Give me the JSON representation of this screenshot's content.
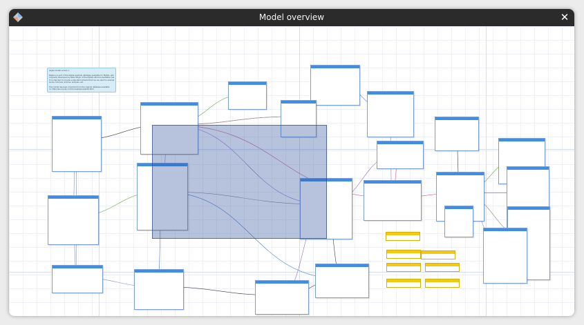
{
  "window": {
    "title": "Model overview"
  },
  "icons": {
    "app": "database-icon",
    "close": "close-icon"
  },
  "colors": {
    "titlebar": "#2b2b2b",
    "entity_header": "#3f8ee3",
    "view_header": "#f4c915",
    "selection": "#30529e",
    "note": "#d6ecf6"
  },
  "note": {
    "lines": [
      "pagila model version 1",
      "",
      "Pagila is a port of the Sakila example database available for MySQL, which was",
      "originally developed by Mike Hillyer of the MySQL AB documentation team.",
      "It is intended to provide a standard schema that can be used for examples in",
      "books, tutorials, articles, samples, etc.",
      "",
      "This model has been imported from the original database available",
      "on http://dev.mysql.com/doc/sakila/en/sakila.html"
    ]
  },
  "entities": [
    {
      "name": "",
      "rows": [
        "",
        "",
        "",
        "",
        "",
        "",
        "",
        "",
        "",
        "",
        "",
        ""
      ]
    },
    {
      "name": "",
      "rows": [
        "",
        "",
        "",
        "",
        "",
        "",
        "",
        ""
      ]
    },
    {
      "name": "",
      "rows": [
        "",
        "",
        "",
        "",
        "",
        "",
        "",
        "",
        "",
        "",
        "",
        "",
        "",
        "",
        "",
        ""
      ]
    },
    {
      "name": "",
      "rows": [
        "",
        "",
        "",
        "",
        "",
        "",
        "",
        "",
        "",
        "",
        ""
      ]
    },
    {
      "name": "",
      "rows": [
        "",
        "",
        "",
        "",
        "",
        "",
        "",
        "",
        "",
        "",
        "",
        "",
        "",
        ""
      ]
    },
    {
      "name": "",
      "rows": [
        "",
        "",
        "",
        "",
        "",
        "",
        "",
        "",
        "",
        "",
        "",
        "",
        "",
        "",
        "",
        "",
        ""
      ]
    },
    {
      "name": "",
      "rows": [
        "",
        "",
        "",
        "",
        "",
        "",
        "",
        "",
        "",
        "",
        "",
        "",
        "",
        "",
        "",
        "",
        "",
        "",
        "",
        "",
        ""
      ]
    },
    {
      "name": "",
      "rows": [
        "",
        "",
        "",
        "",
        "",
        "",
        "",
        "",
        "",
        "",
        "",
        "",
        "",
        "",
        ""
      ]
    },
    {
      "name": "",
      "rows": [
        "",
        "",
        "",
        "",
        "",
        "",
        "",
        "",
        "",
        "",
        "",
        "",
        "",
        "",
        "",
        "",
        "",
        "",
        ""
      ]
    },
    {
      "name": "",
      "rows": [
        "",
        "",
        "",
        "",
        "",
        "",
        "",
        ""
      ]
    },
    {
      "name": "",
      "rows": [
        "",
        "",
        "",
        "",
        "",
        "",
        "",
        "",
        "",
        "",
        "",
        ""
      ]
    },
    {
      "name": "",
      "rows": [
        "",
        "",
        "",
        "",
        "",
        "",
        "",
        "",
        "",
        ""
      ]
    },
    {
      "name": "",
      "rows": [
        "",
        "",
        "",
        "",
        "",
        "",
        "",
        "",
        "",
        "",
        "",
        "",
        "",
        "",
        ""
      ]
    },
    {
      "name": "",
      "rows": [
        "",
        "",
        "",
        "",
        "",
        "",
        "",
        "",
        "",
        "",
        "",
        "",
        "",
        ""
      ]
    },
    {
      "name": "",
      "rows": [
        "",
        "",
        "",
        "",
        "",
        "",
        "",
        "",
        "",
        "",
        "",
        "",
        "",
        "",
        "",
        "",
        "",
        "",
        ""
      ]
    },
    {
      "name": "",
      "rows": [
        "",
        "",
        "",
        "",
        "",
        "",
        "",
        "",
        "",
        "",
        "",
        "",
        "",
        "",
        "",
        "",
        "",
        "",
        "",
        "",
        "",
        "",
        ""
      ]
    },
    {
      "name": "",
      "rows": [
        "",
        "",
        "",
        "",
        "",
        "",
        "",
        "",
        "",
        "",
        "",
        "",
        "",
        "",
        "",
        "",
        ""
      ]
    },
    {
      "name": "",
      "rows": [
        "",
        "",
        "",
        "",
        "",
        "",
        "",
        "",
        "",
        "",
        "",
        ""
      ]
    },
    {
      "name": "",
      "rows": [
        "",
        "",
        "",
        "",
        "",
        "",
        "",
        ""
      ]
    },
    {
      "name": "",
      "rows": [
        "",
        "",
        "",
        "",
        "",
        "",
        "",
        "",
        "",
        ""
      ]
    },
    {
      "name": "",
      "rows": [
        "",
        "",
        "",
        "",
        "",
        "",
        "",
        "",
        "",
        ""
      ]
    },
    {
      "name": "",
      "rows": [
        "",
        "",
        "",
        "",
        "",
        "",
        "",
        "",
        ""
      ]
    }
  ],
  "views": [
    {
      "name": "",
      "rows": [
        "",
        ""
      ]
    },
    {
      "name": "",
      "rows": [
        "",
        ""
      ]
    },
    {
      "name": "",
      "rows": [
        "",
        ""
      ]
    },
    {
      "name": "",
      "rows": [
        "",
        ""
      ]
    },
    {
      "name": "",
      "rows": [
        "",
        ""
      ]
    },
    {
      "name": "",
      "rows": [
        "",
        ""
      ]
    },
    {
      "name": "",
      "rows": [
        "",
        ""
      ]
    }
  ]
}
